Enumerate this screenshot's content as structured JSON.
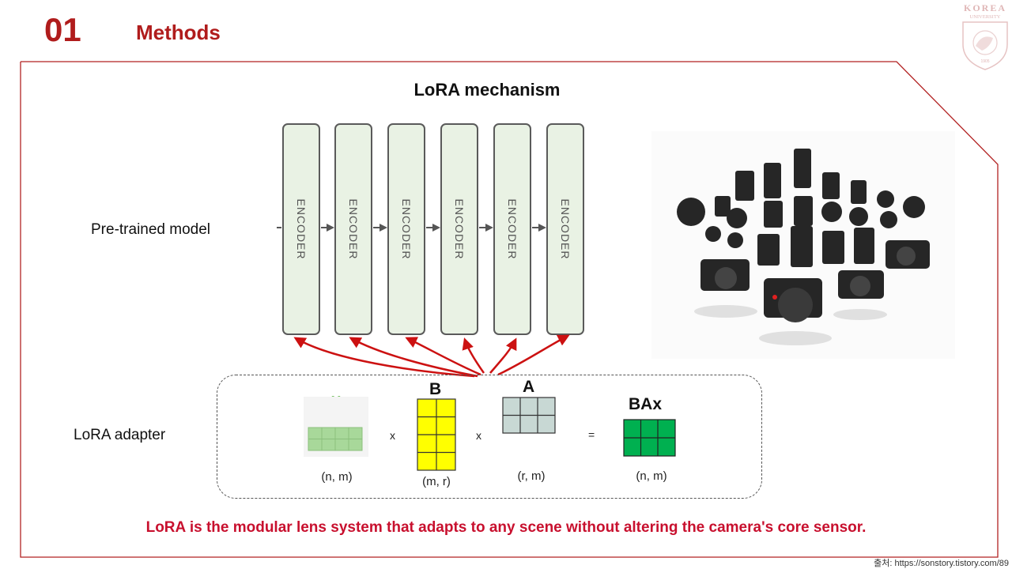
{
  "header": {
    "section_number": "01",
    "section_title": "Methods",
    "logo_text": "KOREA UNIVERSITY",
    "logo_year": "1905"
  },
  "diagram": {
    "title": "LoRA mechanism",
    "pretrained_label": "Pre-trained model",
    "adapter_label": "LoRA adapter",
    "encoders": [
      "ENCODER",
      "ENCODER",
      "ENCODER",
      "ENCODER",
      "ENCODER",
      "ENCODER"
    ],
    "matrices": {
      "x": {
        "label": "X",
        "dims": "(n, m)",
        "color": "#a8d89a"
      },
      "b": {
        "label": "B",
        "dims": "(m, r)",
        "color": "#ffff00"
      },
      "a": {
        "label": "A",
        "dims": "(r, m)",
        "color": "#c8d8d4"
      },
      "bax": {
        "label": "BAx",
        "dims": "(n, m)",
        "color": "#00b050"
      }
    },
    "operators": {
      "times1": "x",
      "times2": "x",
      "equals": "="
    }
  },
  "caption": "LoRA is the modular lens system that adapts to any scene without altering the camera's core sensor.",
  "source": "출처: https://sonstory.tistory.com/89",
  "colors": {
    "accent": "#b01c1c",
    "caption": "#c8102e",
    "encoder_fill": "#e9f2e4",
    "arrow": "#cc1111"
  }
}
